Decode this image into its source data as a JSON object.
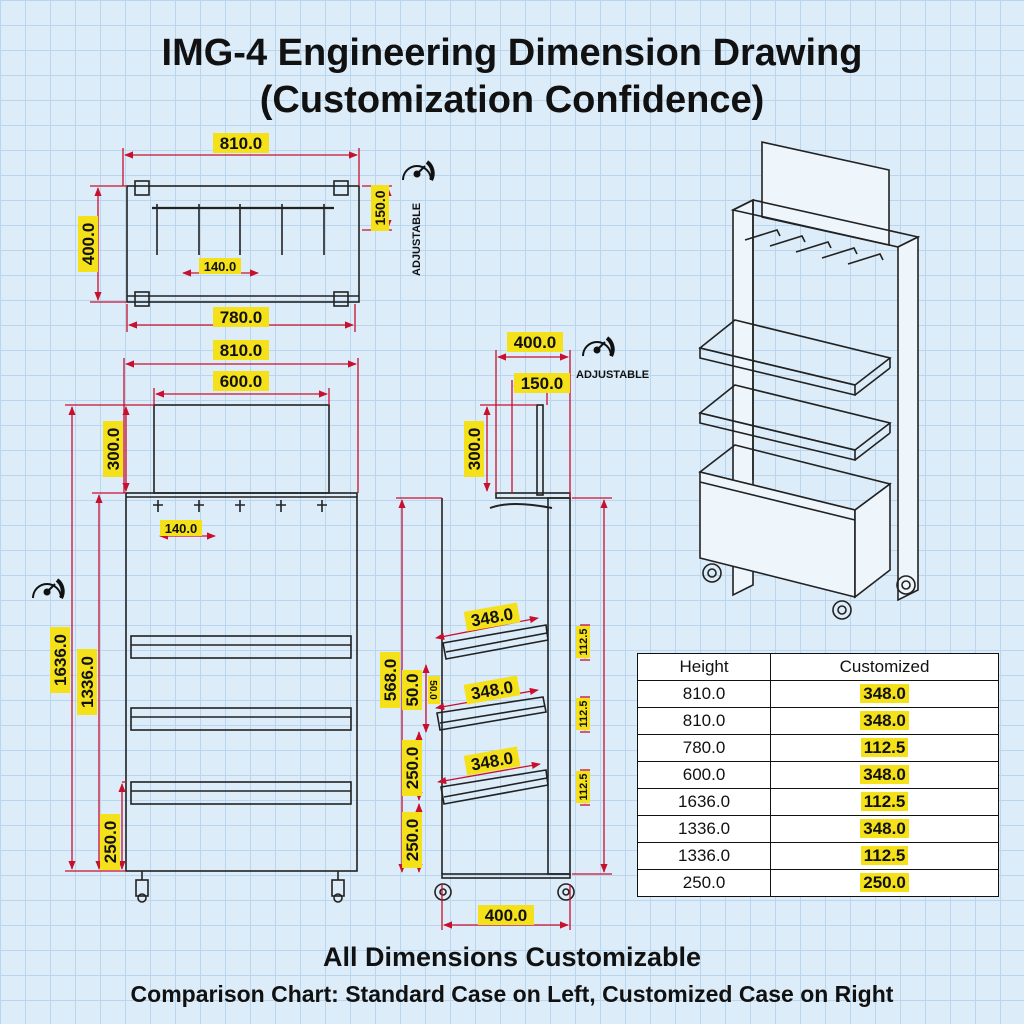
{
  "title_line1": "IMG-4 Engineering Dimension Drawing",
  "title_line2": "(Customization Confidence)",
  "adjustable_label": "ADJUSTABLE",
  "top_view": {
    "width_top": "810.0",
    "width_bottom": "780.0",
    "depth": "400.0",
    "header": "150.0",
    "hook_spacing": "140.0"
  },
  "front_view": {
    "overall_width": "810.0",
    "header_width": "600.0",
    "header_height": "300.0",
    "overall_height": "1636.0",
    "body_height": "1336.0",
    "bottom_clearance": "250.0",
    "hook_spacing": "140.0"
  },
  "side_view": {
    "depth_top": "400.0",
    "header_offset": "150.0",
    "header_height": "300.0",
    "tray_length": "348.0",
    "tray_lip": "112.5",
    "span": "568.0",
    "gap": "50.0",
    "gap_rotated": "50.0",
    "spacing": "250.0",
    "depth_bottom": "400.0"
  },
  "table": {
    "headers": [
      "Height",
      "Customized"
    ],
    "rows": [
      [
        "810.0",
        "348.0"
      ],
      [
        "810.0",
        "348.0"
      ],
      [
        "780.0",
        "112.5"
      ],
      [
        "600.0",
        "348.0"
      ],
      [
        "1636.0",
        "112.5"
      ],
      [
        "1336.0",
        "348.0"
      ],
      [
        "1336.0",
        "112.5"
      ],
      [
        "250.0",
        "250.0"
      ]
    ]
  },
  "footer_line1": "All Dimensions Customizable",
  "footer_line2": "Comparison Chart: Standard Case on Left, Customized Case on Right",
  "colors": {
    "dimension_line": "#c8102e",
    "label_highlight": "#f5e11a",
    "grid_background": "#dcecf8"
  }
}
